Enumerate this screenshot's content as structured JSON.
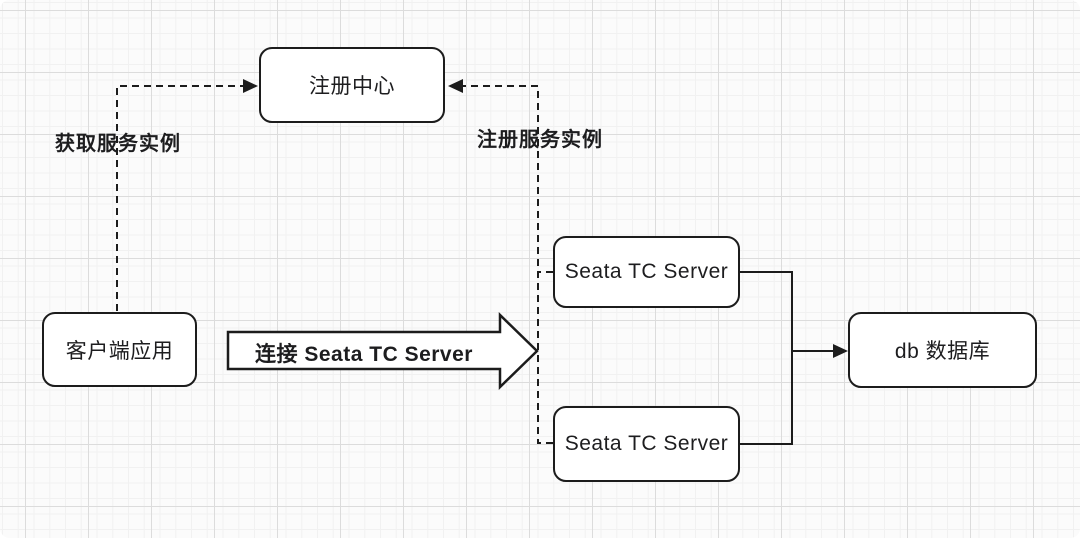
{
  "colors": {
    "stroke": "#1c1c1c",
    "node_fill": "#ffffff",
    "background": "#fbfbfb",
    "grid_minor": "#f1f1f1",
    "grid_major": "#dcdcdc",
    "text": "#1d1d1f"
  },
  "nodes": {
    "registry": {
      "label": "注册中心"
    },
    "client": {
      "label": "客户端应用"
    },
    "tc_server_1": {
      "label": "Seata TC Server"
    },
    "tc_server_2": {
      "label": "Seata TC Server"
    },
    "db": {
      "label": "db 数据库"
    }
  },
  "edge_labels": {
    "fetch": "获取服务实例",
    "register": "注册服务实例",
    "connect": "连接 Seata TC Server"
  }
}
